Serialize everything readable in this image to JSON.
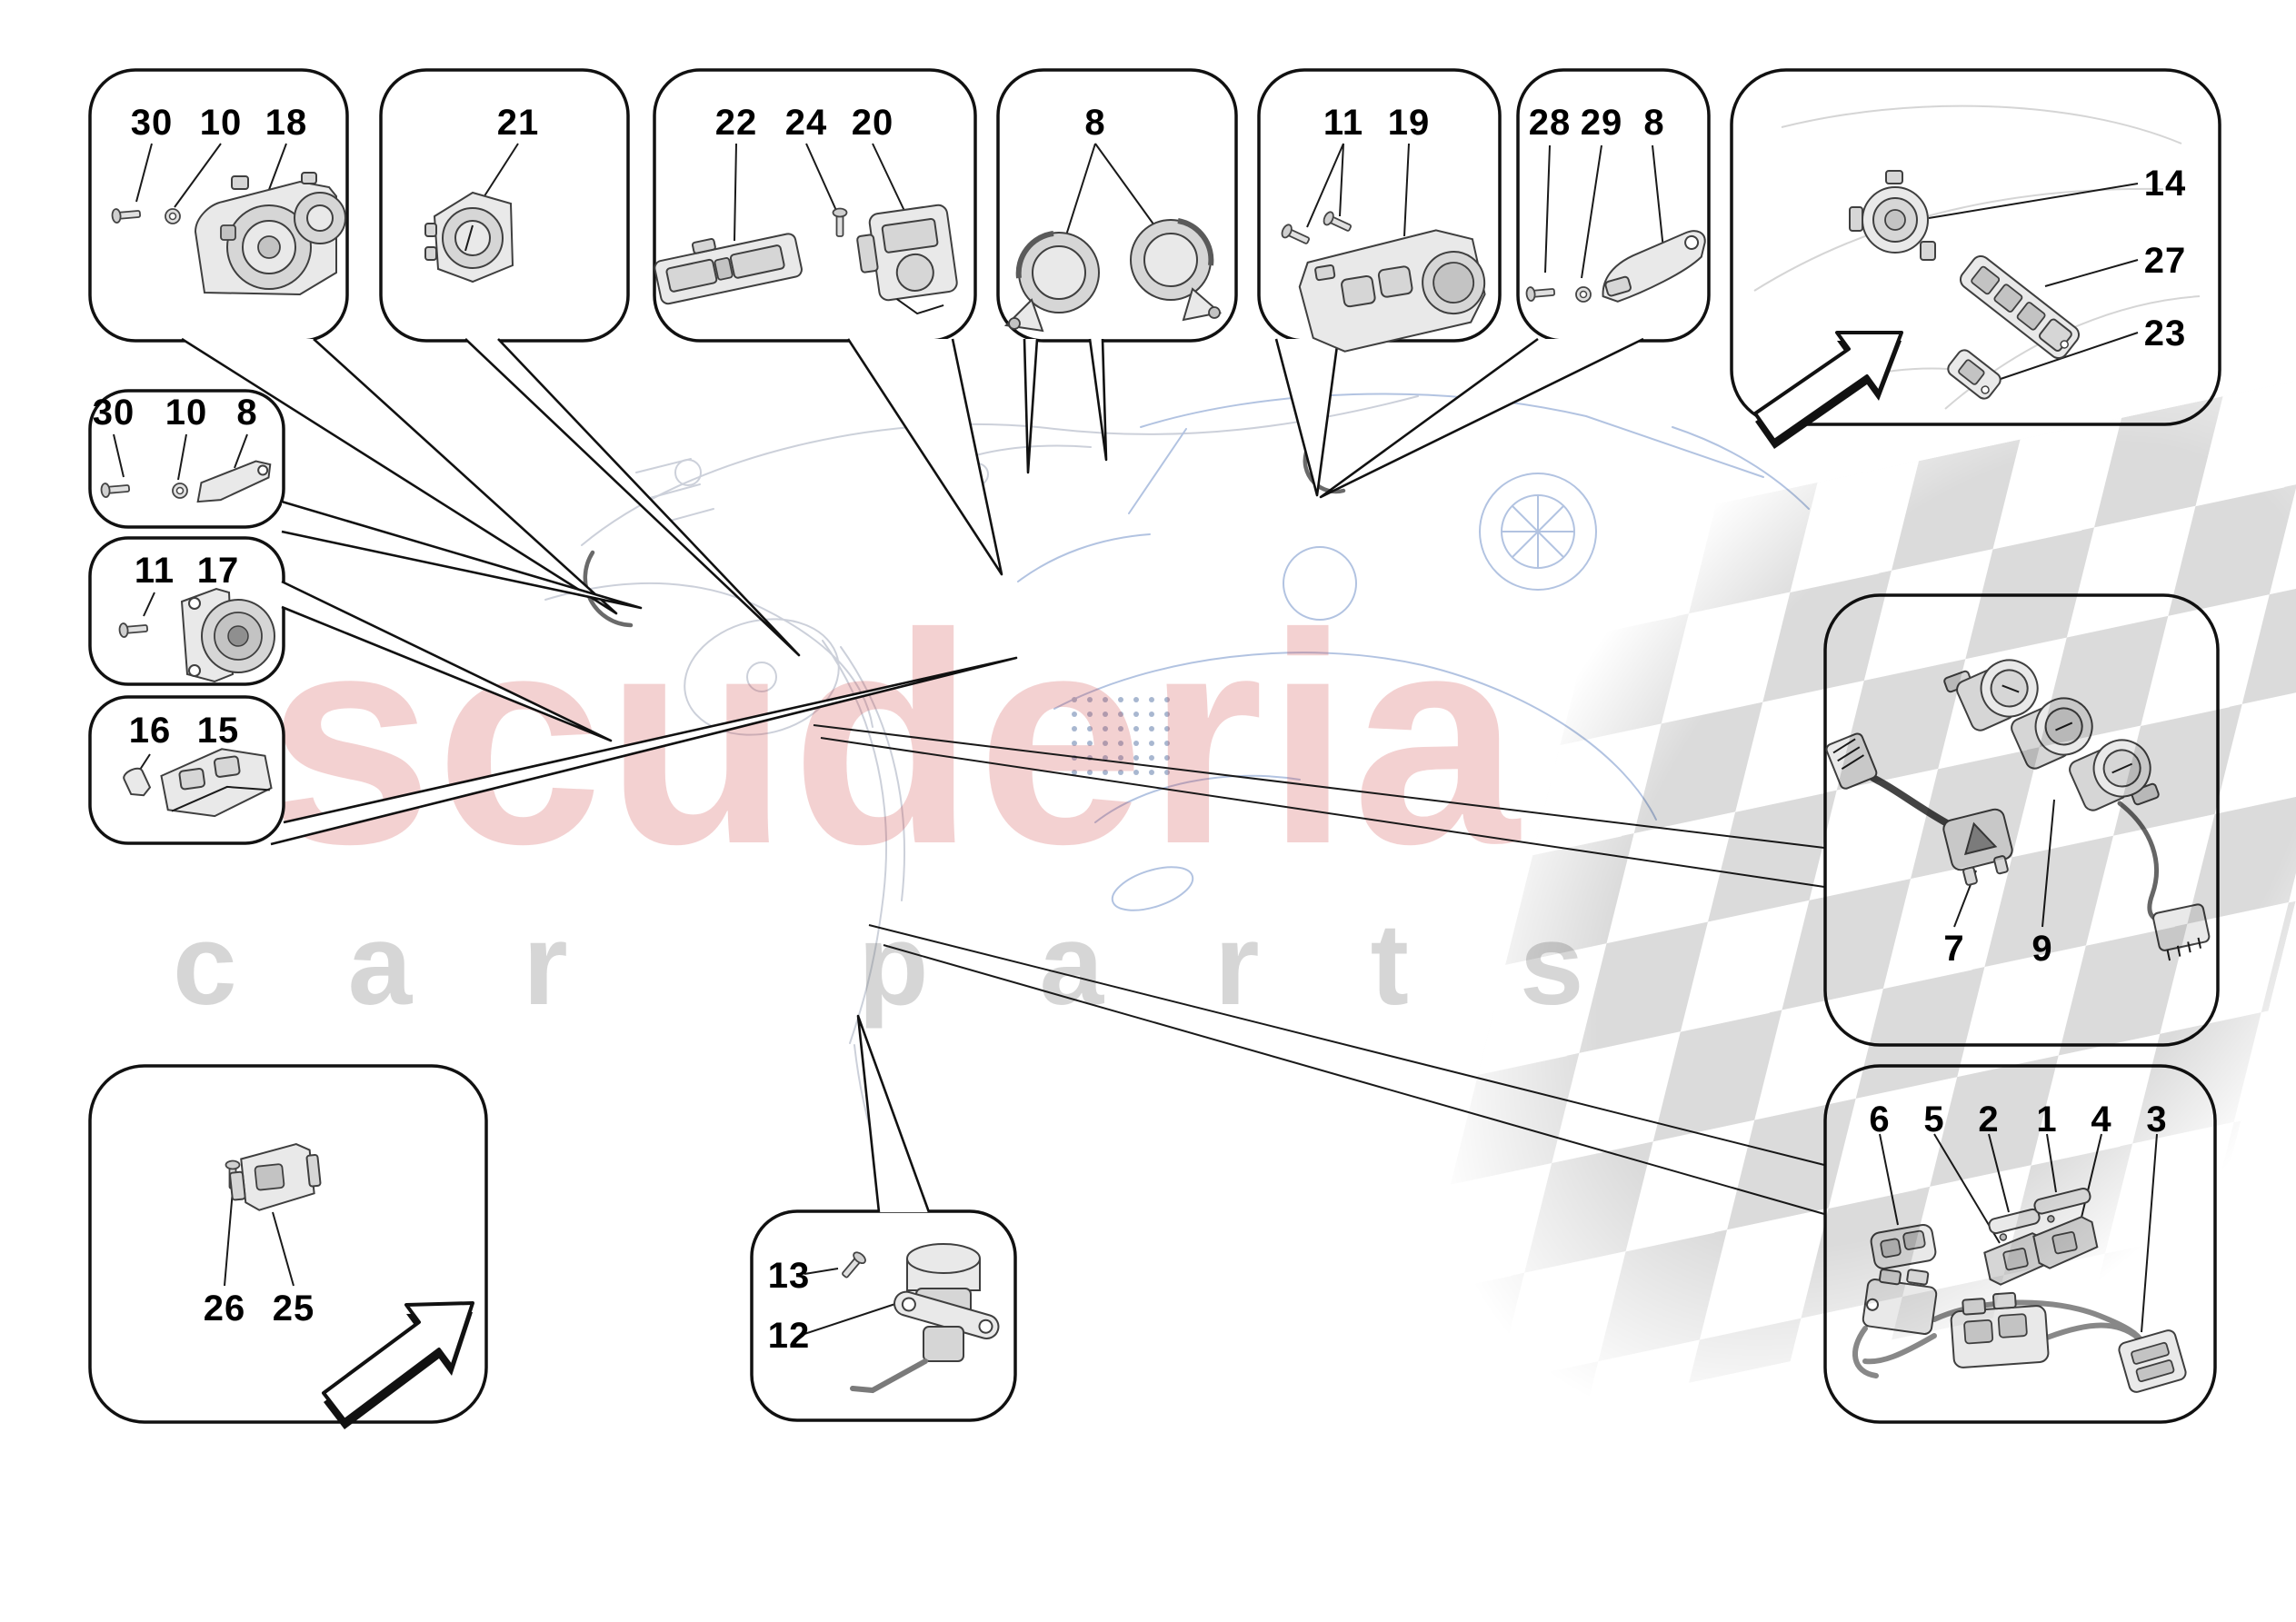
{
  "watermark": {
    "brand": "scuderia",
    "tagline": "car parts",
    "brand_color": "rgba(205,62,62,0.24)",
    "tagline_color": "rgba(120,120,120,0.30)"
  },
  "callouts": {
    "c1_climate_control_unit": {
      "labels": [
        "30",
        "10",
        "18"
      ]
    },
    "c2_light_switch": {
      "labels": [
        "21"
      ]
    },
    "c3_console_modules": {
      "labels": [
        "22",
        "24",
        "20"
      ]
    },
    "c4_twin_sensors": {
      "labels": [
        "8"
      ]
    },
    "c5_switch_assembly": {
      "labels": [
        "11",
        "19"
      ]
    },
    "c6_release_lever": {
      "labels": [
        "28",
        "29",
        "8"
      ]
    },
    "c7_door_panel_switches": {
      "labels": [
        "14",
        "27",
        "23"
      ]
    },
    "c8_microswitch_lever": {
      "labels": [
        "30",
        "10",
        "8"
      ]
    },
    "c9_ignition_knob": {
      "labels": [
        "11",
        "17"
      ]
    },
    "c10_boot_switch": {
      "labels": [
        "16",
        "15"
      ]
    },
    "c11_pedal_microswitch": {
      "labels": [
        "26",
        "25"
      ]
    },
    "c12_vacuum_actuator": {
      "labels": [
        "13",
        "12"
      ]
    },
    "c13_hazard_and_knobs": {
      "labels": [
        "7",
        "9"
      ]
    },
    "c14_window_switch_pack": {
      "labels": [
        "6",
        "5",
        "2",
        "1",
        "4",
        "3"
      ]
    }
  }
}
